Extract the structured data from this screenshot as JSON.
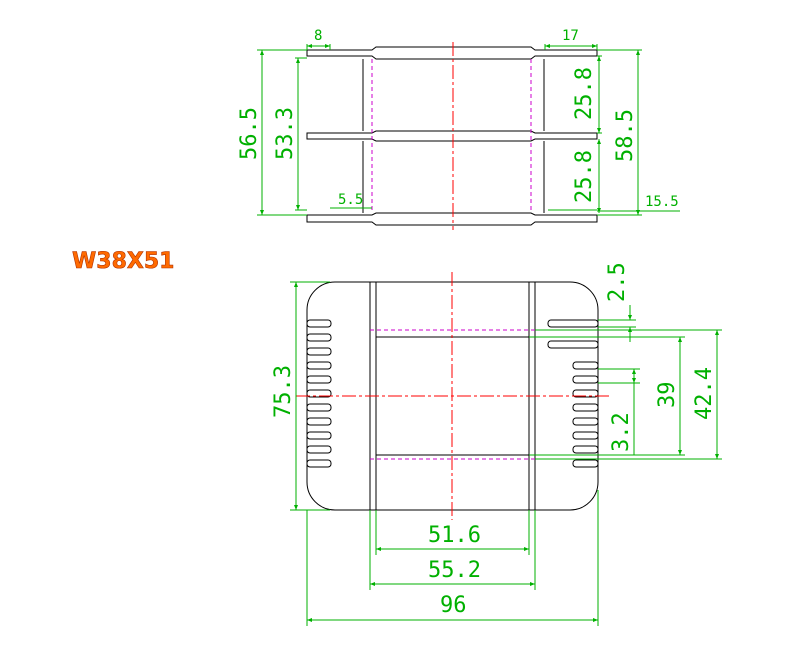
{
  "title": "W38X51",
  "colors": {
    "outline": "#000000",
    "dimension": "#00b000",
    "centerline": "#ff0000",
    "hidden": "#cc00cc",
    "title": "#ff6a00"
  },
  "top_view": {
    "dim_8": "8",
    "dim_17": "17",
    "dim_56_5": "56.5",
    "dim_53_3": "53.3",
    "dim_5_5": "5.5",
    "dim_25_8_upper": "25.8",
    "dim_25_8_lower": "25.8",
    "dim_58_5": "58.5",
    "dim_15_5": "15.5"
  },
  "front_view": {
    "dim_75_3": "75.3",
    "dim_2_5": "2.5",
    "dim_39": "39",
    "dim_42_4": "42.4",
    "dim_3_2": "3.2",
    "dim_51_6": "51.6",
    "dim_55_2": "55.2",
    "dim_96": "96"
  }
}
